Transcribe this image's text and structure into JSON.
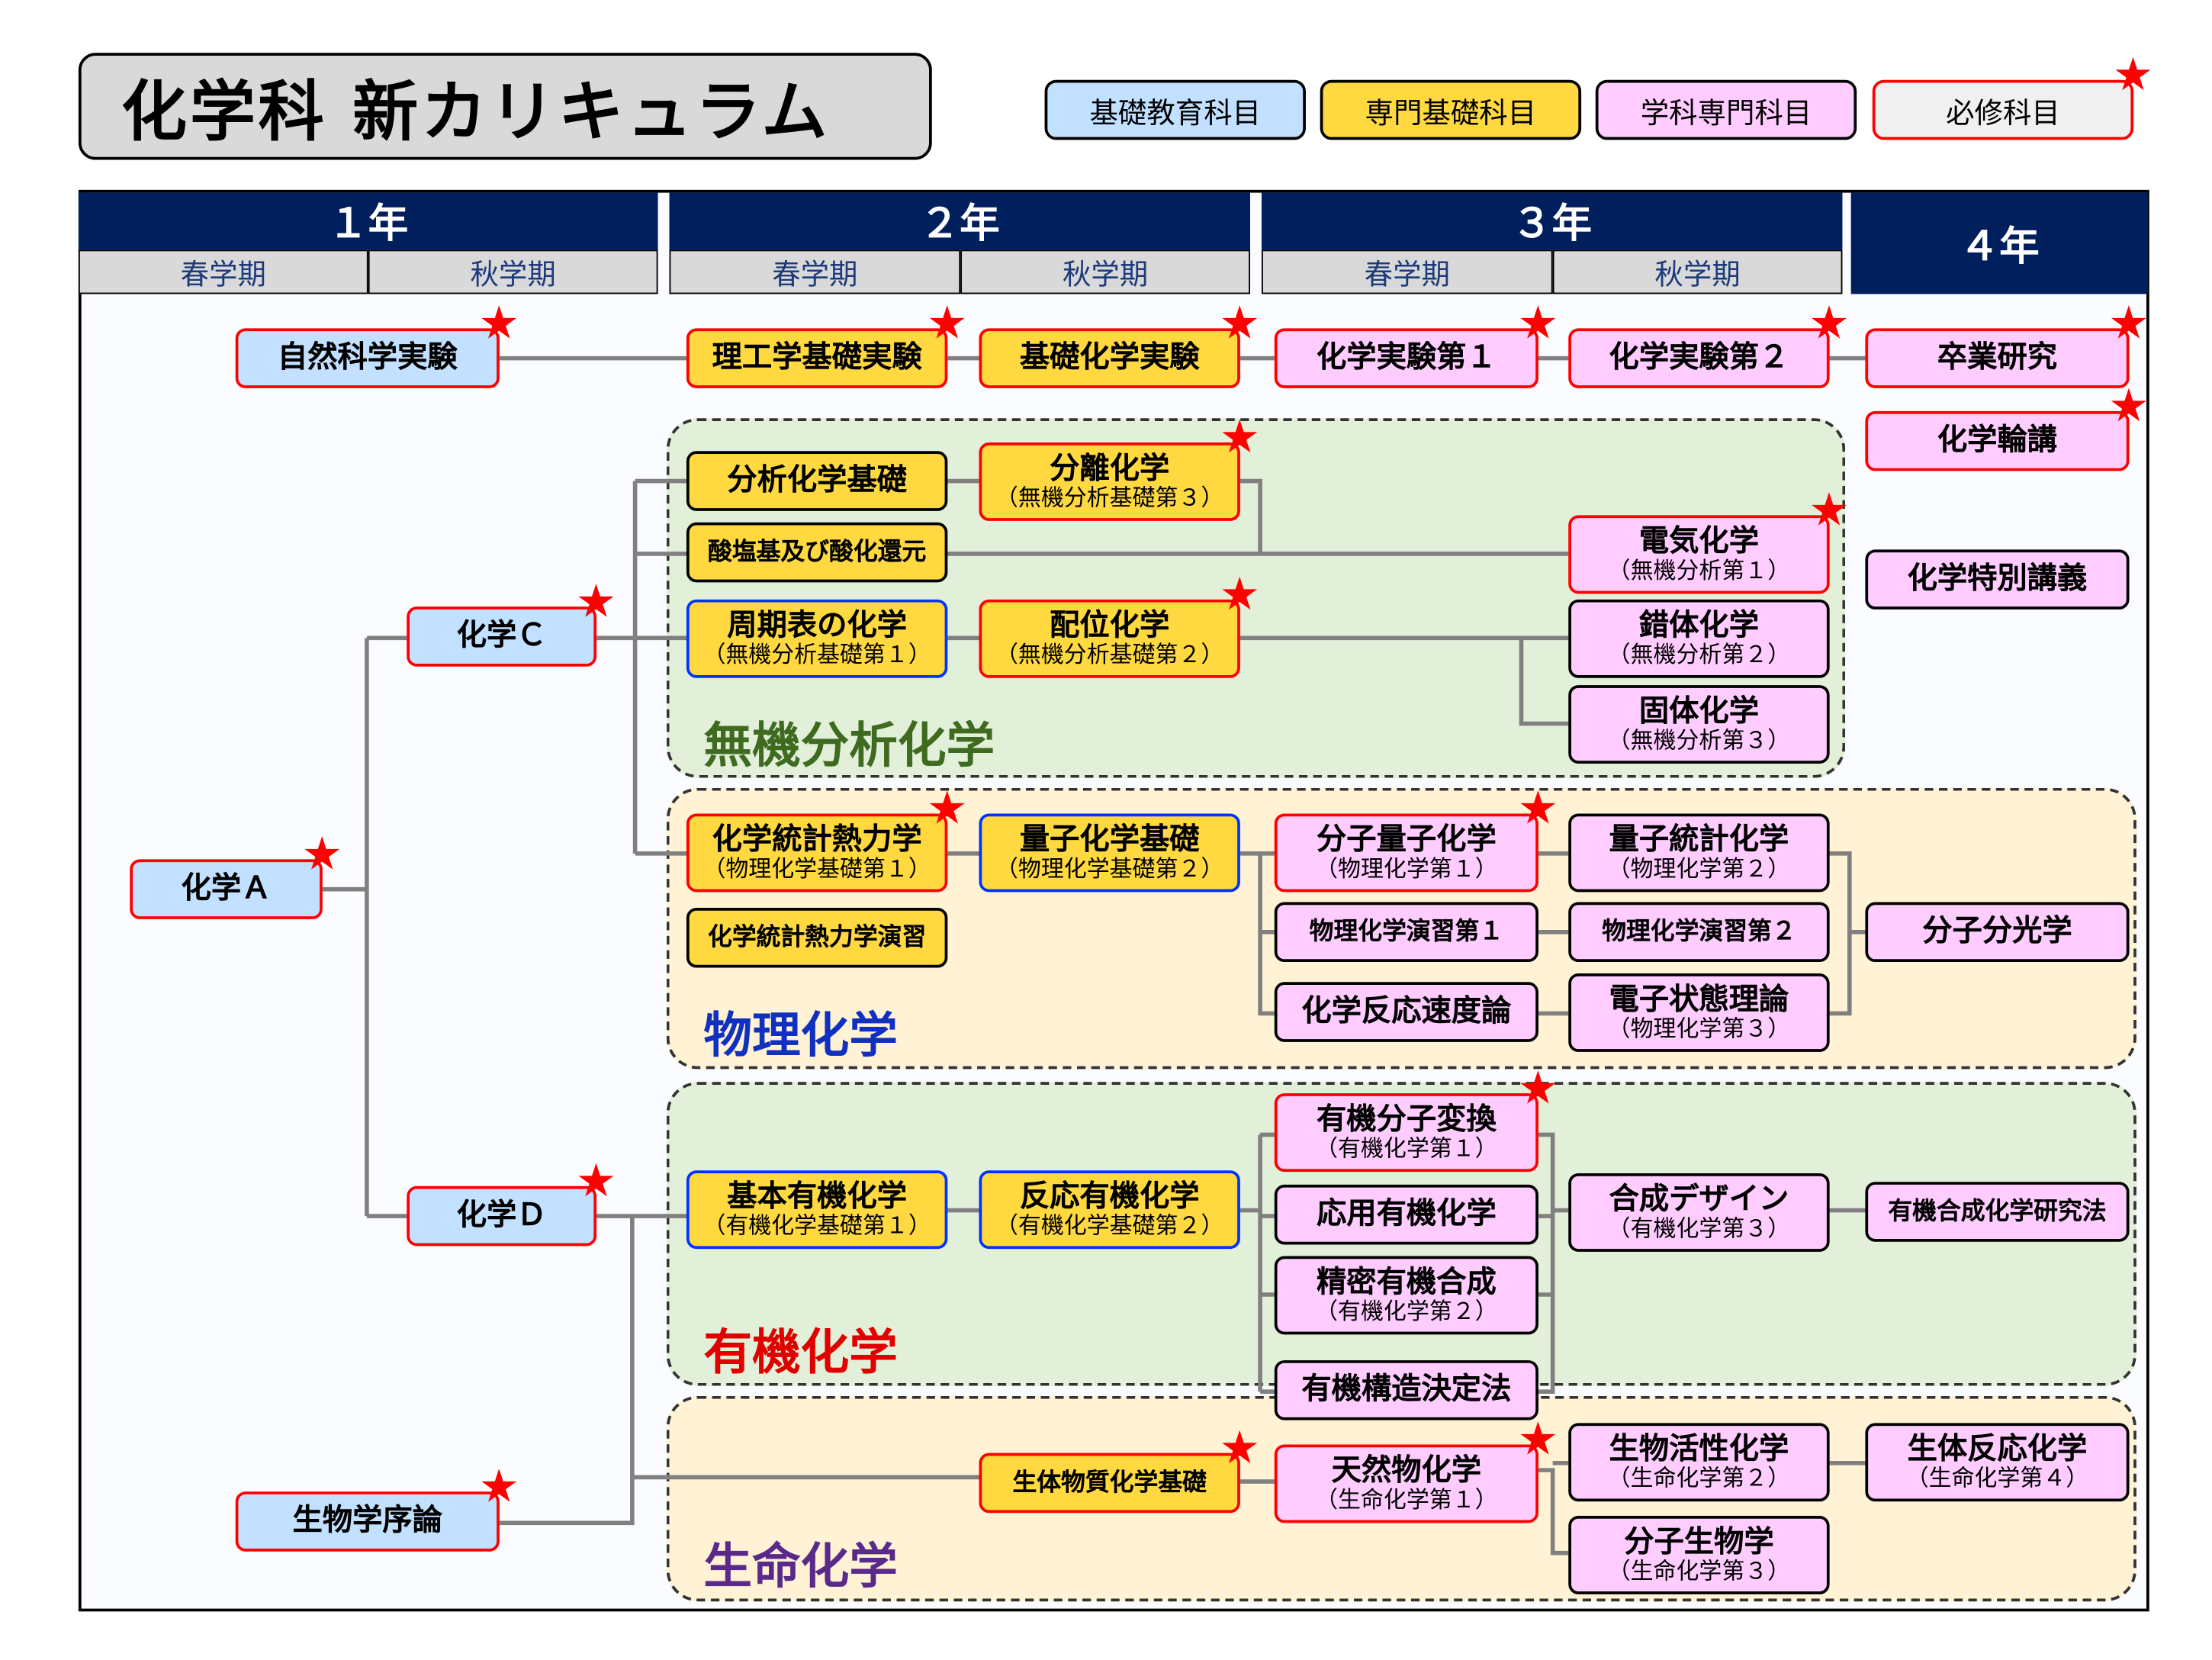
{
  "title": "化学科 新カリキュラム",
  "legend": [
    {
      "label": "基礎教育科目",
      "color": "#c2e0ff"
    },
    {
      "label": "専門基礎科目",
      "color": "#ffd93f"
    },
    {
      "label": "学科専門科目",
      "color": "#ffccff"
    },
    {
      "label": "必修科目",
      "color": "#f0f0f0"
    }
  ],
  "years": [
    {
      "label": "１年",
      "semesters": [
        "春学期",
        "秋学期"
      ]
    },
    {
      "label": "２年",
      "semesters": [
        "春学期",
        "秋学期"
      ]
    },
    {
      "label": "３年",
      "semesters": [
        "春学期",
        "秋学期"
      ]
    },
    {
      "label": "４年"
    }
  ],
  "groups": [
    {
      "label": "無機分析化学",
      "color": "#3e6b1f"
    },
    {
      "label": "物理化学",
      "color": "#1030c0"
    },
    {
      "label": "有機化学",
      "color": "#e00000"
    },
    {
      "label": "生命化学",
      "color": "#5a2a8a"
    }
  ],
  "star_symbol": "★",
  "courses": [
    {
      "name": "自然科学実験",
      "type": "basic",
      "required": true
    },
    {
      "name": "理工学基礎実験",
      "type": "foundation",
      "required": true
    },
    {
      "name": "基礎化学実験",
      "type": "foundation",
      "required": true
    },
    {
      "name": "化学実験第１",
      "type": "major",
      "required": true
    },
    {
      "name": "化学実験第２",
      "type": "major",
      "required": true
    },
    {
      "name": "卒業研究",
      "type": "major",
      "required": true
    },
    {
      "name": "化学輪講",
      "type": "major",
      "required": true
    },
    {
      "name": "化学特別講義",
      "type": "major",
      "required": false
    },
    {
      "name": "分析化学基礎",
      "type": "foundation",
      "required": false
    },
    {
      "name": "分離化学",
      "sub": "（無機分析基礎第３）",
      "type": "foundation",
      "required": true
    },
    {
      "name": "酸塩基及び酸化還元",
      "type": "foundation",
      "required": false
    },
    {
      "name": "電気化学",
      "sub": "（無機分析第１）",
      "type": "major",
      "required": true
    },
    {
      "name": "周期表の化学",
      "sub": "（無機分析基礎第１）",
      "type": "foundation",
      "required": false,
      "border": "blue"
    },
    {
      "name": "配位化学",
      "sub": "（無機分析基礎第２）",
      "type": "foundation",
      "required": true
    },
    {
      "name": "錯体化学",
      "sub": "（無機分析第２）",
      "type": "major",
      "required": false
    },
    {
      "name": "固体化学",
      "sub": "（無機分析第３）",
      "type": "major",
      "required": false
    },
    {
      "name": "化学Ｃ",
      "type": "basic",
      "required": true
    },
    {
      "name": "化学Ａ",
      "type": "basic",
      "required": true
    },
    {
      "name": "化学Ｄ",
      "type": "basic",
      "required": true
    },
    {
      "name": "生物学序論",
      "type": "basic",
      "required": true
    },
    {
      "name": "化学統計熱力学",
      "sub": "（物理化学基礎第１）",
      "type": "foundation",
      "required": true
    },
    {
      "name": "量子化学基礎",
      "sub": "（物理化学基礎第２）",
      "type": "foundation",
      "required": false,
      "border": "blue"
    },
    {
      "name": "化学統計熱力学演習",
      "type": "foundation",
      "required": false
    },
    {
      "name": "分子量子化学",
      "sub": "（物理化学第１）",
      "type": "major",
      "required": true
    },
    {
      "name": "量子統計化学",
      "sub": "（物理化学第２）",
      "type": "major",
      "required": false
    },
    {
      "name": "物理化学演習第１",
      "type": "major",
      "required": false
    },
    {
      "name": "物理化学演習第２",
      "type": "major",
      "required": false
    },
    {
      "name": "化学反応速度論",
      "type": "major",
      "required": false
    },
    {
      "name": "電子状態理論",
      "sub": "（物理化学第３）",
      "type": "major",
      "required": false
    },
    {
      "name": "分子分光学",
      "type": "major",
      "required": false
    },
    {
      "name": "有機分子変換",
      "sub": "（有機化学第１）",
      "type": "major",
      "required": true
    },
    {
      "name": "基本有機化学",
      "sub": "（有機化学基礎第１）",
      "type": "foundation",
      "required": false,
      "border": "blue"
    },
    {
      "name": "反応有機化学",
      "sub": "（有機化学基礎第２）",
      "type": "foundation",
      "required": false,
      "border": "blue"
    },
    {
      "name": "応用有機化学",
      "type": "major",
      "required": false
    },
    {
      "name": "合成デザイン",
      "sub": "（有機化学第３）",
      "type": "major",
      "required": false
    },
    {
      "name": "有機合成化学研究法",
      "type": "major",
      "required": false
    },
    {
      "name": "精密有機合成",
      "sub": "（有機化学第２）",
      "type": "major",
      "required": false
    },
    {
      "name": "有機構造決定法",
      "type": "major",
      "required": false
    },
    {
      "name": "生体物質化学基礎",
      "type": "foundation",
      "required": true
    },
    {
      "name": "天然物化学",
      "sub": "（生命化学第１）",
      "type": "major",
      "required": true
    },
    {
      "name": "生物活性化学",
      "sub": "（生命化学第２）",
      "type": "major",
      "required": false
    },
    {
      "name": "生体反応化学",
      "sub": "（生命化学第４）",
      "type": "major",
      "required": false
    },
    {
      "name": "分子生物学",
      "sub": "（生命化学第３）",
      "type": "major",
      "required": false
    }
  ]
}
